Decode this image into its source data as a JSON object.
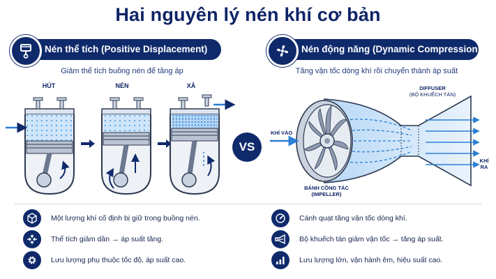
{
  "title": "Hai nguyên lý nén khí cơ bản",
  "left": {
    "header": "Nén thể tích (Positive Displacement)",
    "subtitle": "Giảm thể tích buồng nén để tăng áp",
    "stages": [
      "HÚT",
      "NÉN",
      "XẢ"
    ],
    "bullets": [
      {
        "icon": "cube-icon",
        "text": "Một lượng khí cố định bị giữ trong buồng nén."
      },
      {
        "icon": "compress-arrows-icon",
        "text": "Thể tích giảm dần → áp suất tăng."
      },
      {
        "icon": "gear-icon",
        "text": "Lưu lượng phụ thuộc tốc độ, áp suất cao."
      }
    ]
  },
  "vs": "VS",
  "right": {
    "header": "Nén động năng (Dynamic Compression)",
    "subtitle": "Tăng vận tốc dòng khí rồi chuyển thành áp suất",
    "labels": {
      "inlet": "KHÍ VÀO",
      "diffuser_line1": "DIFFUSER",
      "diffuser_line2": "(BỘ KHUẾCH TÁN)",
      "outlet_line1": "KHÍ",
      "outlet_line2": "RA",
      "impeller_line1": "BÁNH CÔNG TÁC",
      "impeller_line2": "(IMPELLER)"
    },
    "bullets": [
      {
        "icon": "gauge-icon",
        "text": "Cánh quạt tăng vận tốc dòng khí."
      },
      {
        "icon": "diffuser-icon",
        "text": "Bộ khuếch tán giảm vận tốc → tăng áp suất."
      },
      {
        "icon": "bar-chart-icon",
        "text": "Lưu lượng lớn, vận hành êm, hiệu suất cao."
      }
    ]
  },
  "colors": {
    "navy": "#0f2a6b",
    "blue": "#2a7fd4",
    "air": "#cfe6fa"
  }
}
